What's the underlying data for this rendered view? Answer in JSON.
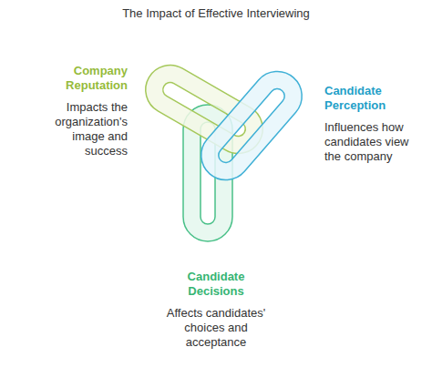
{
  "diagram": {
    "title": "The Impact of Effective Interviewing",
    "nodes": [
      {
        "text": [
          "Company Reputation",
          "Impacts the organization's image and success"
        ]
      },
      {
        "text": [
          "Candidate Perception",
          "Influences how candidates view the company"
        ]
      },
      {
        "text": [
          "Candidate Decisions",
          "Affects candidates' choices and acceptance"
        ]
      }
    ]
  }
}
